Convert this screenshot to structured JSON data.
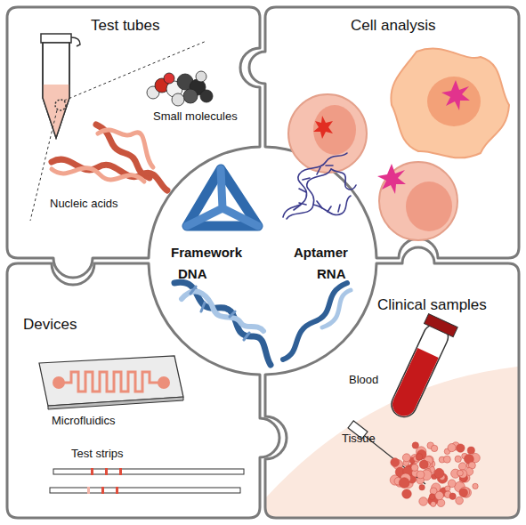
{
  "diagram": {
    "nodes": [
      {
        "text": [
          "Test tubes"
        ]
      },
      {
        "text": [
          "Cell analysis"
        ]
      },
      {
        "text": [
          "Devices"
        ]
      },
      {
        "text": [
          "Clinical samples"
        ]
      }
    ],
    "labels": [
      "Small molecules",
      "Nucleic acids",
      "Framework",
      "Aptamer",
      "DNA",
      "RNA",
      "Microfluidics",
      "Test strips",
      "Blood",
      "Tissue"
    ]
  }
}
